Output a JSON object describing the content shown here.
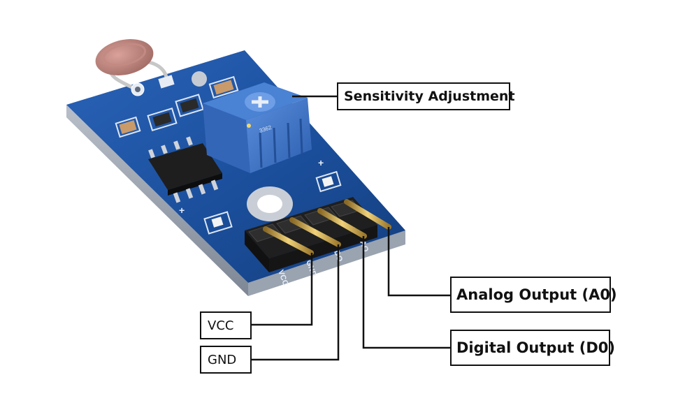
{
  "labels": {
    "sensitivity": "Sensitivity Adjustment",
    "analog_output": "Analog Output (A0)",
    "digital_output": "Digital Output (D0)",
    "vcc": "VCC",
    "gnd": "GND"
  },
  "board_silkscreen": {
    "pin_vcc": "VCC",
    "pin_gnd": "GND",
    "pin_do": "DO",
    "pin_ao": "AO",
    "trimmer_code": "3362",
    "plus_mark": "+"
  },
  "colors": {
    "pcb": "#1b4f9c",
    "pcb_edge": "#8e98a6",
    "potentiometer": "#3d74c6",
    "header_pin": "#c9a24a",
    "callout_border": "#111111"
  }
}
